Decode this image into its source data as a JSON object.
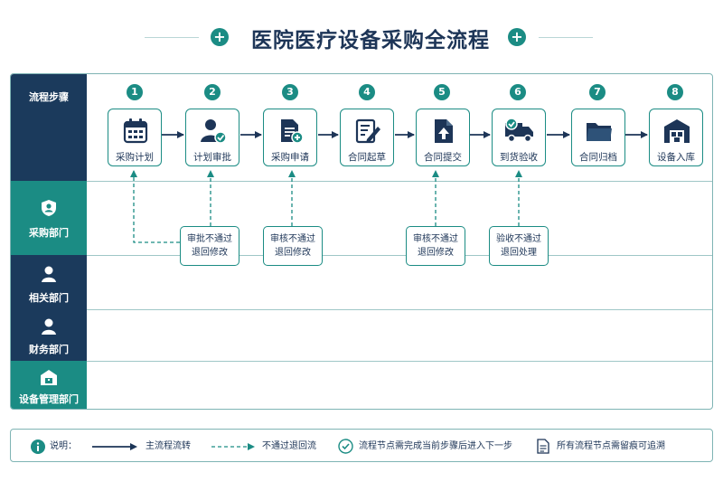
{
  "title": "医院医疗设备采购全流程",
  "lanes": [
    {
      "label": "流程步骤",
      "icon": "",
      "color": "#1b3a5c"
    },
    {
      "label": "采购部门",
      "icon": "shield-user-icon",
      "color": "#1b8c84"
    },
    {
      "label": "相关部门",
      "icon": "user-icon",
      "color": "#1b3a5c"
    },
    {
      "label": "财务部门",
      "icon": "user-icon",
      "color": "#1b3a5c"
    },
    {
      "label": "设备管理部门",
      "icon": "warehouse-icon",
      "color": "#1b8c84"
    }
  ],
  "steps": [
    {
      "num": "1",
      "label": "采购计划",
      "icon": "calendar-icon"
    },
    {
      "num": "2",
      "label": "计划审批",
      "icon": "user-check-icon"
    },
    {
      "num": "3",
      "label": "采购申请",
      "icon": "document-add-icon"
    },
    {
      "num": "4",
      "label": "合同起草",
      "icon": "document-edit-icon"
    },
    {
      "num": "5",
      "label": "合同提交",
      "icon": "file-upload-icon"
    },
    {
      "num": "6",
      "label": "到货验收",
      "icon": "truck-check-icon"
    },
    {
      "num": "7",
      "label": "合同归档",
      "icon": "folder-icon"
    },
    {
      "num": "8",
      "label": "设备入库",
      "icon": "warehouse-icon"
    }
  ],
  "rejections": [
    {
      "line1": "审批不通过",
      "line2": "退回修改"
    },
    {
      "line1": "审核不通过",
      "line2": "退回修改"
    },
    {
      "line1": "审核不通过",
      "line2": "退回修改"
    },
    {
      "line1": "验收不通过",
      "line2": "退回处理"
    }
  ],
  "legend": {
    "note_label": "说明：",
    "main_flow": "主流程流转",
    "reject_flow": "不通过退回流",
    "check_note": "流程节点需完成当前步骤后进入下一步",
    "trace_note": "所有流程节点需留痕可追溯"
  },
  "colors": {
    "navy": "#1b3a5c",
    "teal": "#1b8c84",
    "arrow": "#1d3557",
    "border": "#7fb4b4"
  }
}
